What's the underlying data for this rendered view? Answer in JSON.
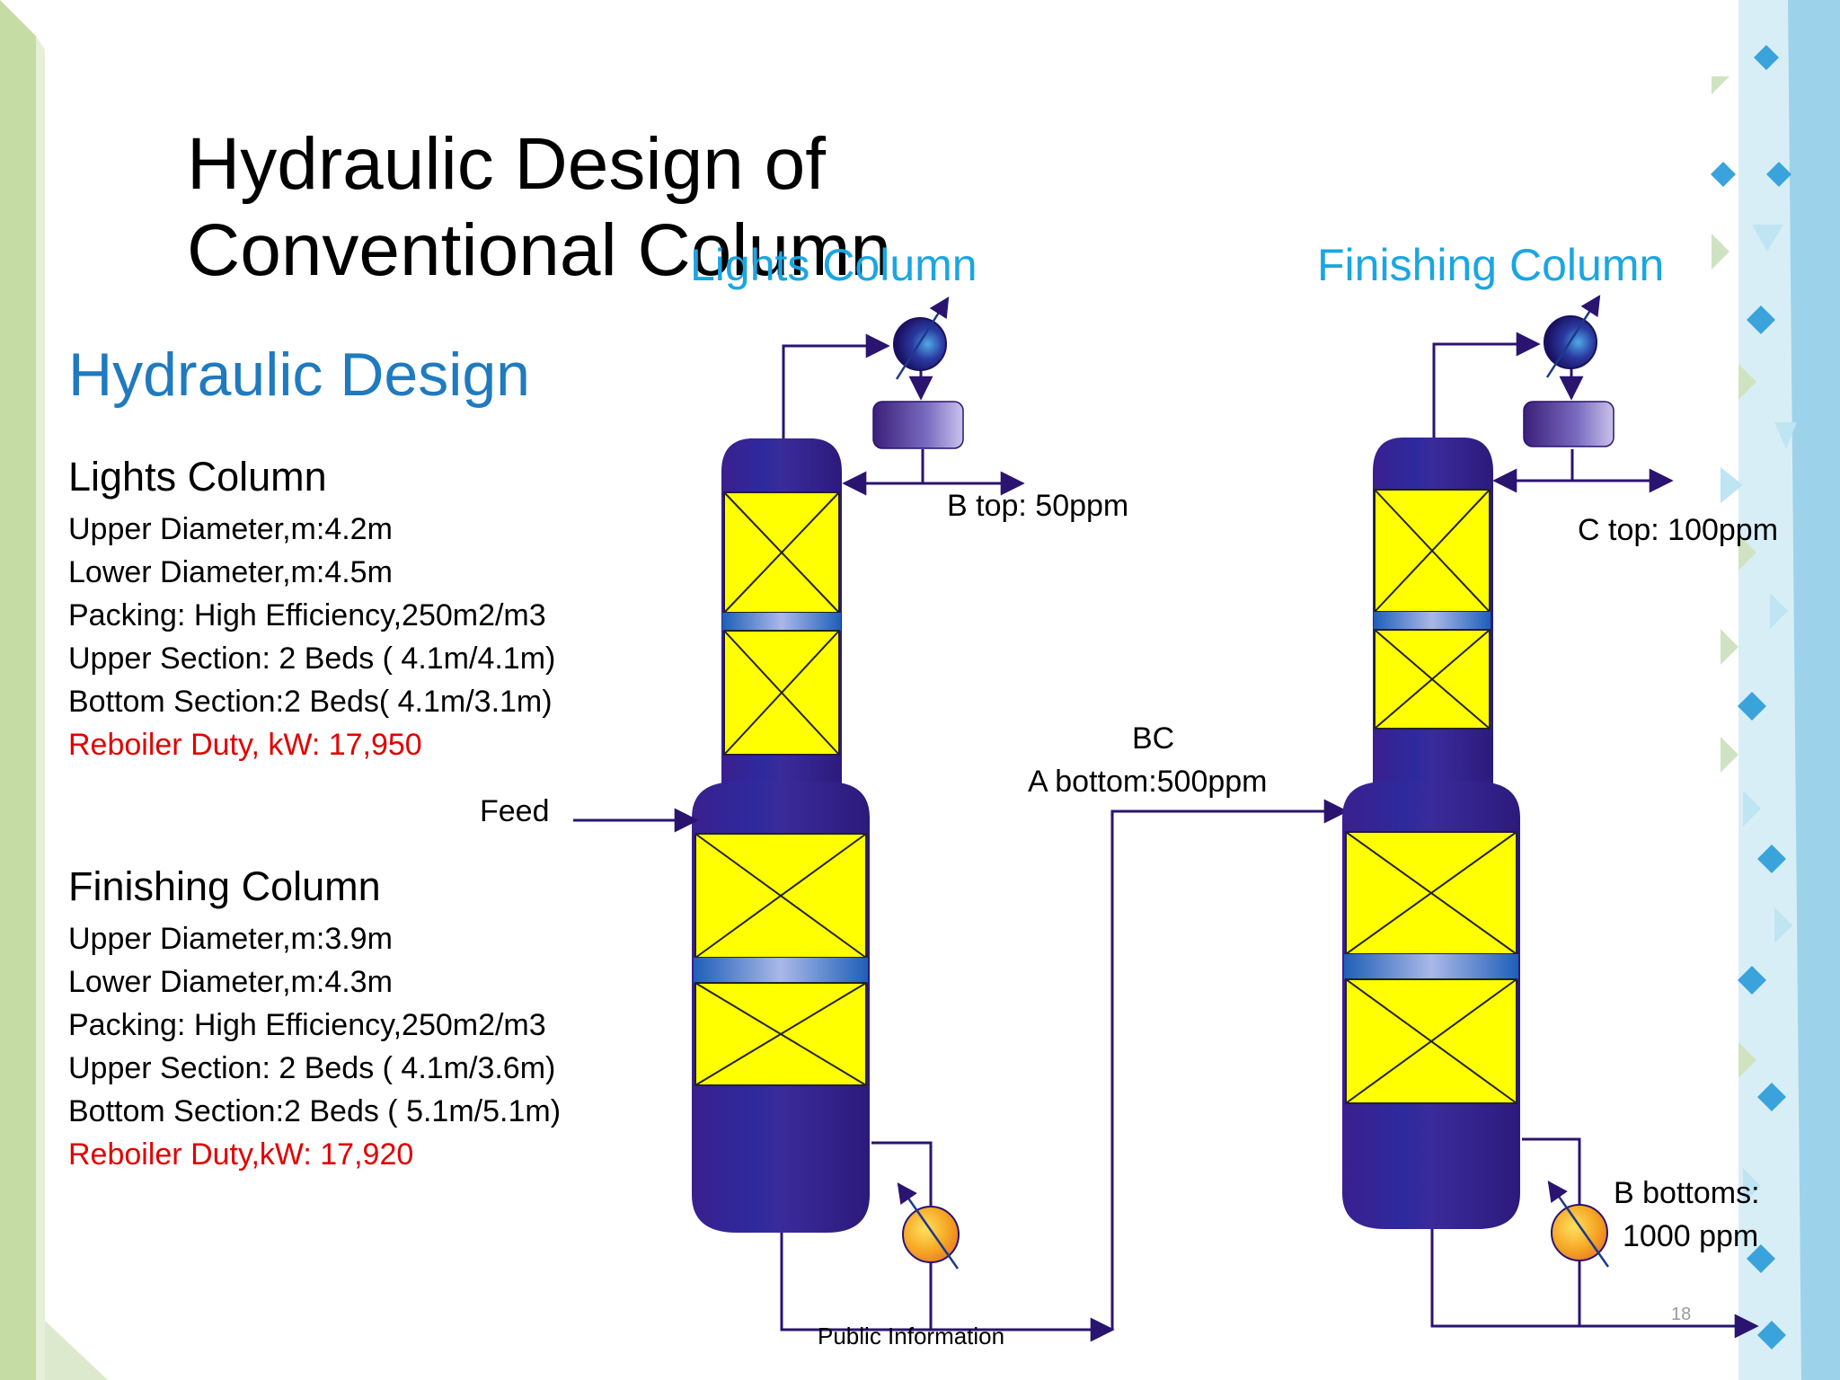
{
  "title": "Hydraulic Design of Conventional Column",
  "section_heading": "Hydraulic Design",
  "lights_spec": {
    "title": "Lights Column",
    "lines": [
      "Upper Diameter,m:4.2m",
      "Lower Diameter,m:4.5m",
      "Packing: High Efficiency,250m2/m3",
      "Upper Section: 2 Beds ( 4.1m/4.1m)",
      "Bottom Section:2 Beds( 4.1m/3.1m)"
    ],
    "duty": "Reboiler Duty, kW: 17,950"
  },
  "finishing_spec": {
    "title": "Finishing Column",
    "lines": [
      "Upper Diameter,m:3.9m",
      "Lower Diameter,m:4.3m",
      "Packing: High Efficiency,250m2/m3",
      "Upper Section: 2 Beds ( 4.1m/3.6m)",
      "Bottom Section:2 Beds ( 5.1m/5.1m)"
    ],
    "duty": "Reboiler Duty,kW: 17,920"
  },
  "diagram": {
    "lights_title": "Lights Column",
    "finishing_title": "Finishing Column",
    "feed_label": "Feed",
    "b_top_label": "B top: 50ppm",
    "c_top_label": "C top: 100ppm",
    "bc_label": "BC",
    "a_bottom_label": "A bottom:500ppm",
    "b_bottoms_label_1": "B bottoms:",
    "b_bottoms_label_2": "1000 ppm"
  },
  "footer": "Public Information",
  "page_number": "18",
  "colors": {
    "title_blue": "#1f7ac0",
    "column_title_cyan": "#1ba6e2",
    "duty_red": "#e00000",
    "column_navy": "#32207a",
    "packing_yellow": "#ffff00",
    "line_purple": "#2a1470",
    "reboiler_orange": "#f5a623",
    "left_stripe_green": "#c5dca4",
    "right_stripe_blue": "#9dd3ea"
  }
}
